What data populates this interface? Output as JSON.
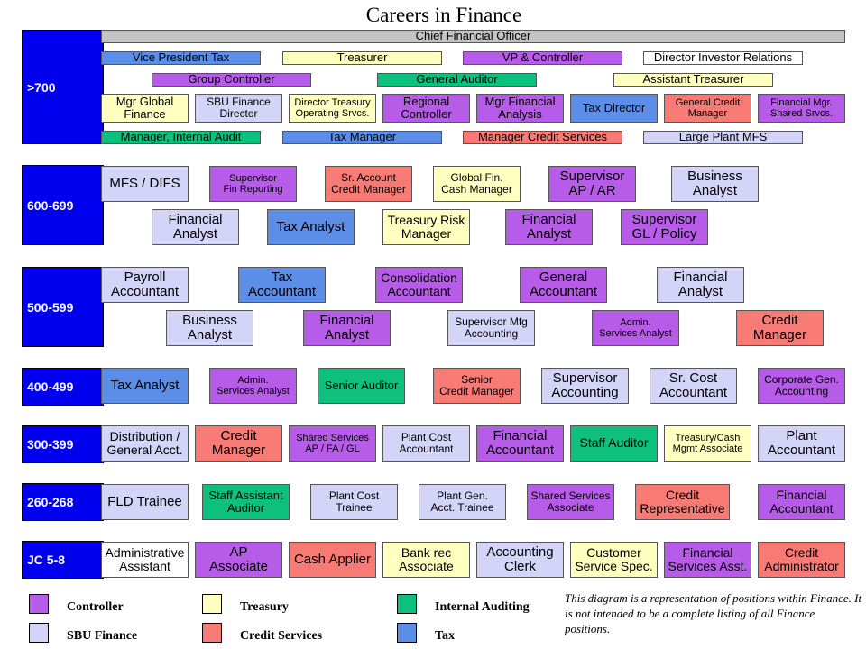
{
  "title": "Careers in Finance",
  "colors": {
    "controller": "#b75ce8",
    "sbu_finance": "#d4d4f8",
    "treasury": "#ffffc0",
    "internal_auditing": "#0ec07e",
    "credit_services": "#f77a74",
    "tax": "#5c8ee8",
    "band": "#0000ee"
  },
  "bands": [
    ">700",
    "600-699",
    "500-599",
    "400-499",
    "300-399",
    "260-268",
    "JC 5-8"
  ],
  "boxes": [
    "Chief Financial Officer",
    "Vice President Tax",
    "Treasurer",
    "VP & Controller",
    "Director Investor Relations",
    "Group Controller",
    "General Auditor",
    "Assistant Treasurer",
    "Mgr Global\nFinance",
    "SBU Finance\nDirector",
    "Director Treasury\nOperating Srvcs.",
    "Regional\nController",
    "Mgr Financial\nAnalysis",
    "Tax Director",
    "General Credit\nManager",
    "Financial Mgr.\nShared Srvcs.",
    "Manager, Internal Audit",
    "Tax Manager",
    "Manager Credit Services",
    "Large Plant MFS",
    "MFS / DIFS",
    "Supervisor\nFin Reporting",
    "Sr. Account\nCredit Manager",
    "Global Fin.\nCash Manager",
    "Supervisor\nAP / AR",
    "Business\nAnalyst",
    "Financial\nAnalyst",
    "Tax Analyst",
    "Treasury Risk\nManager",
    "Financial\nAnalyst",
    "Supervisor\nGL / Policy",
    "Payroll\nAccountant",
    "Tax\nAccountant",
    "Consolidation\nAccountant",
    "General\nAccountant",
    "Financial\nAnalyst",
    "Business\nAnalyst",
    "Financial\nAnalyst",
    "Supervisor Mfg\nAccounting",
    "Admin.\nServices Analyst",
    "Credit\nManager",
    "Tax Analyst",
    "Admin.\nServices Analyst",
    "Senior Auditor",
    "Senior\nCredit Manager",
    "Supervisor\nAccounting",
    "Sr. Cost\nAccountant",
    "Corporate Gen.\nAccounting",
    "Distribution /\nGeneral Acct.",
    "Credit\nManager",
    "Shared Services\nAP / FA / GL",
    "Plant Cost\nAccountant",
    "Financial\nAccountant",
    "Staff Auditor",
    "Treasury/Cash\nMgmt Associate",
    "Plant\nAccountant",
    "FLD Trainee",
    "Staff Assistant\nAuditor",
    "Plant Cost\nTrainee",
    "Plant Gen.\nAcct. Trainee",
    "Shared Services\nAssociate",
    "Credit\nRepresentative",
    "Financial\nAccountant",
    "Administrative\nAssistant",
    "AP\nAssociate",
    "Cash Applier",
    "Bank rec\nAssociate",
    "Accounting\nClerk",
    "Customer\nService Spec.",
    "Financial\nServices Asst.",
    "Credit\nAdministrator"
  ],
  "legend": [
    "Controller",
    "Treasury",
    "Internal Auditing",
    "SBU Finance",
    "Credit Services",
    "Tax"
  ],
  "note": "This diagram is a representation of positions within Finance.  It is not intended to be a complete listing of all Finance positions."
}
